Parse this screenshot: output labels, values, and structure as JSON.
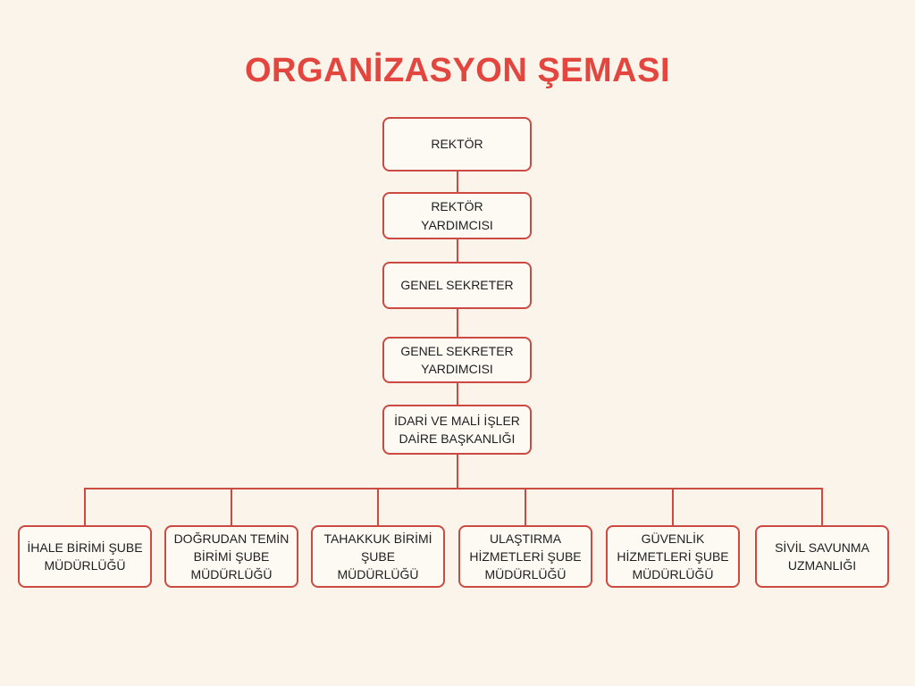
{
  "title": "ORGANİZASYON ŞEMASI",
  "colors": {
    "background": "#faf4ea",
    "box_border": "#cc4a42",
    "connector_line": "#cc4a42",
    "title_text": "#e2463e",
    "box_text": "#1f1f1f"
  },
  "chain": [
    {
      "label": "REKTÖR"
    },
    {
      "label": "REKTÖR\nYARDIMCISI"
    },
    {
      "label": "GENEL SEKRETER"
    },
    {
      "label": "GENEL SEKRETER\nYARDIMCISI"
    },
    {
      "label": "İDARİ VE MALİ İŞLER\nDAİRE BAŞKANLIĞI"
    }
  ],
  "branches": [
    {
      "label": "İHALE BİRİMİ ŞUBE\nMÜDÜRLÜĞÜ"
    },
    {
      "label": "DOĞRUDAN TEMİN\nBİRİMİ ŞUBE\nMÜDÜRLÜĞÜ"
    },
    {
      "label": "TAHAKKUK BİRİMİ\nŞUBE\nMÜDÜRLÜĞÜ"
    },
    {
      "label": "ULAŞTIRMA\nHİZMETLERİ ŞUBE\nMÜDÜRLÜĞÜ"
    },
    {
      "label": "GÜVENLİK\nHİZMETLERİ ŞUBE\nMÜDÜRLÜĞÜ"
    },
    {
      "label": "SİVİL SAVUNMA\nUZMANLIĞI"
    }
  ]
}
